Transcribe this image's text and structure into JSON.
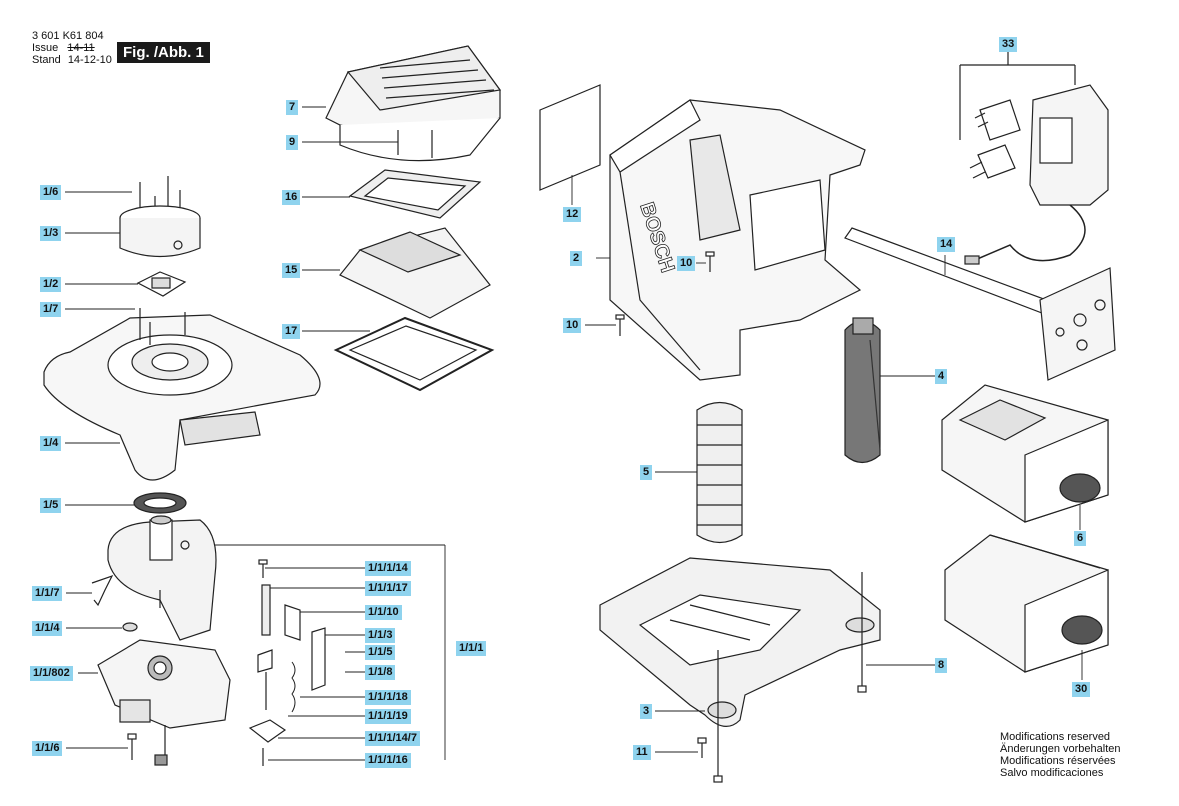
{
  "header": {
    "part_number": "3 601 K61 804",
    "issue_label": "Issue",
    "issue_value": "14-11",
    "stand_label": "Stand",
    "stand_value": "14-12-10",
    "figure_label": "Fig. /Abb. 1"
  },
  "callouts": [
    "1/6",
    "1/3",
    "1/2",
    "1/7",
    "1/4",
    "1/5",
    "1/1/7",
    "1/1/4",
    "1/1/802",
    "1/1/6",
    "7",
    "9",
    "16",
    "15",
    "17",
    "1/1/1/14",
    "1/1/1/17",
    "1/1/10",
    "1/1/3",
    "1/1/5",
    "1/1/8",
    "1/1/1/18",
    "1/1/1/19",
    "1/1/1/14/7",
    "1/1/1/16",
    "1/1/1",
    "12",
    "2",
    "10",
    "10",
    "5",
    "3",
    "11",
    "8",
    "33",
    "14",
    "4",
    "6",
    "30"
  ],
  "housing_logo": "BOSCH",
  "notes": [
    "Modifications reserved",
    "Änderungen vorbehalten",
    "Modifications réservées",
    "Salvo modificaciones"
  ]
}
